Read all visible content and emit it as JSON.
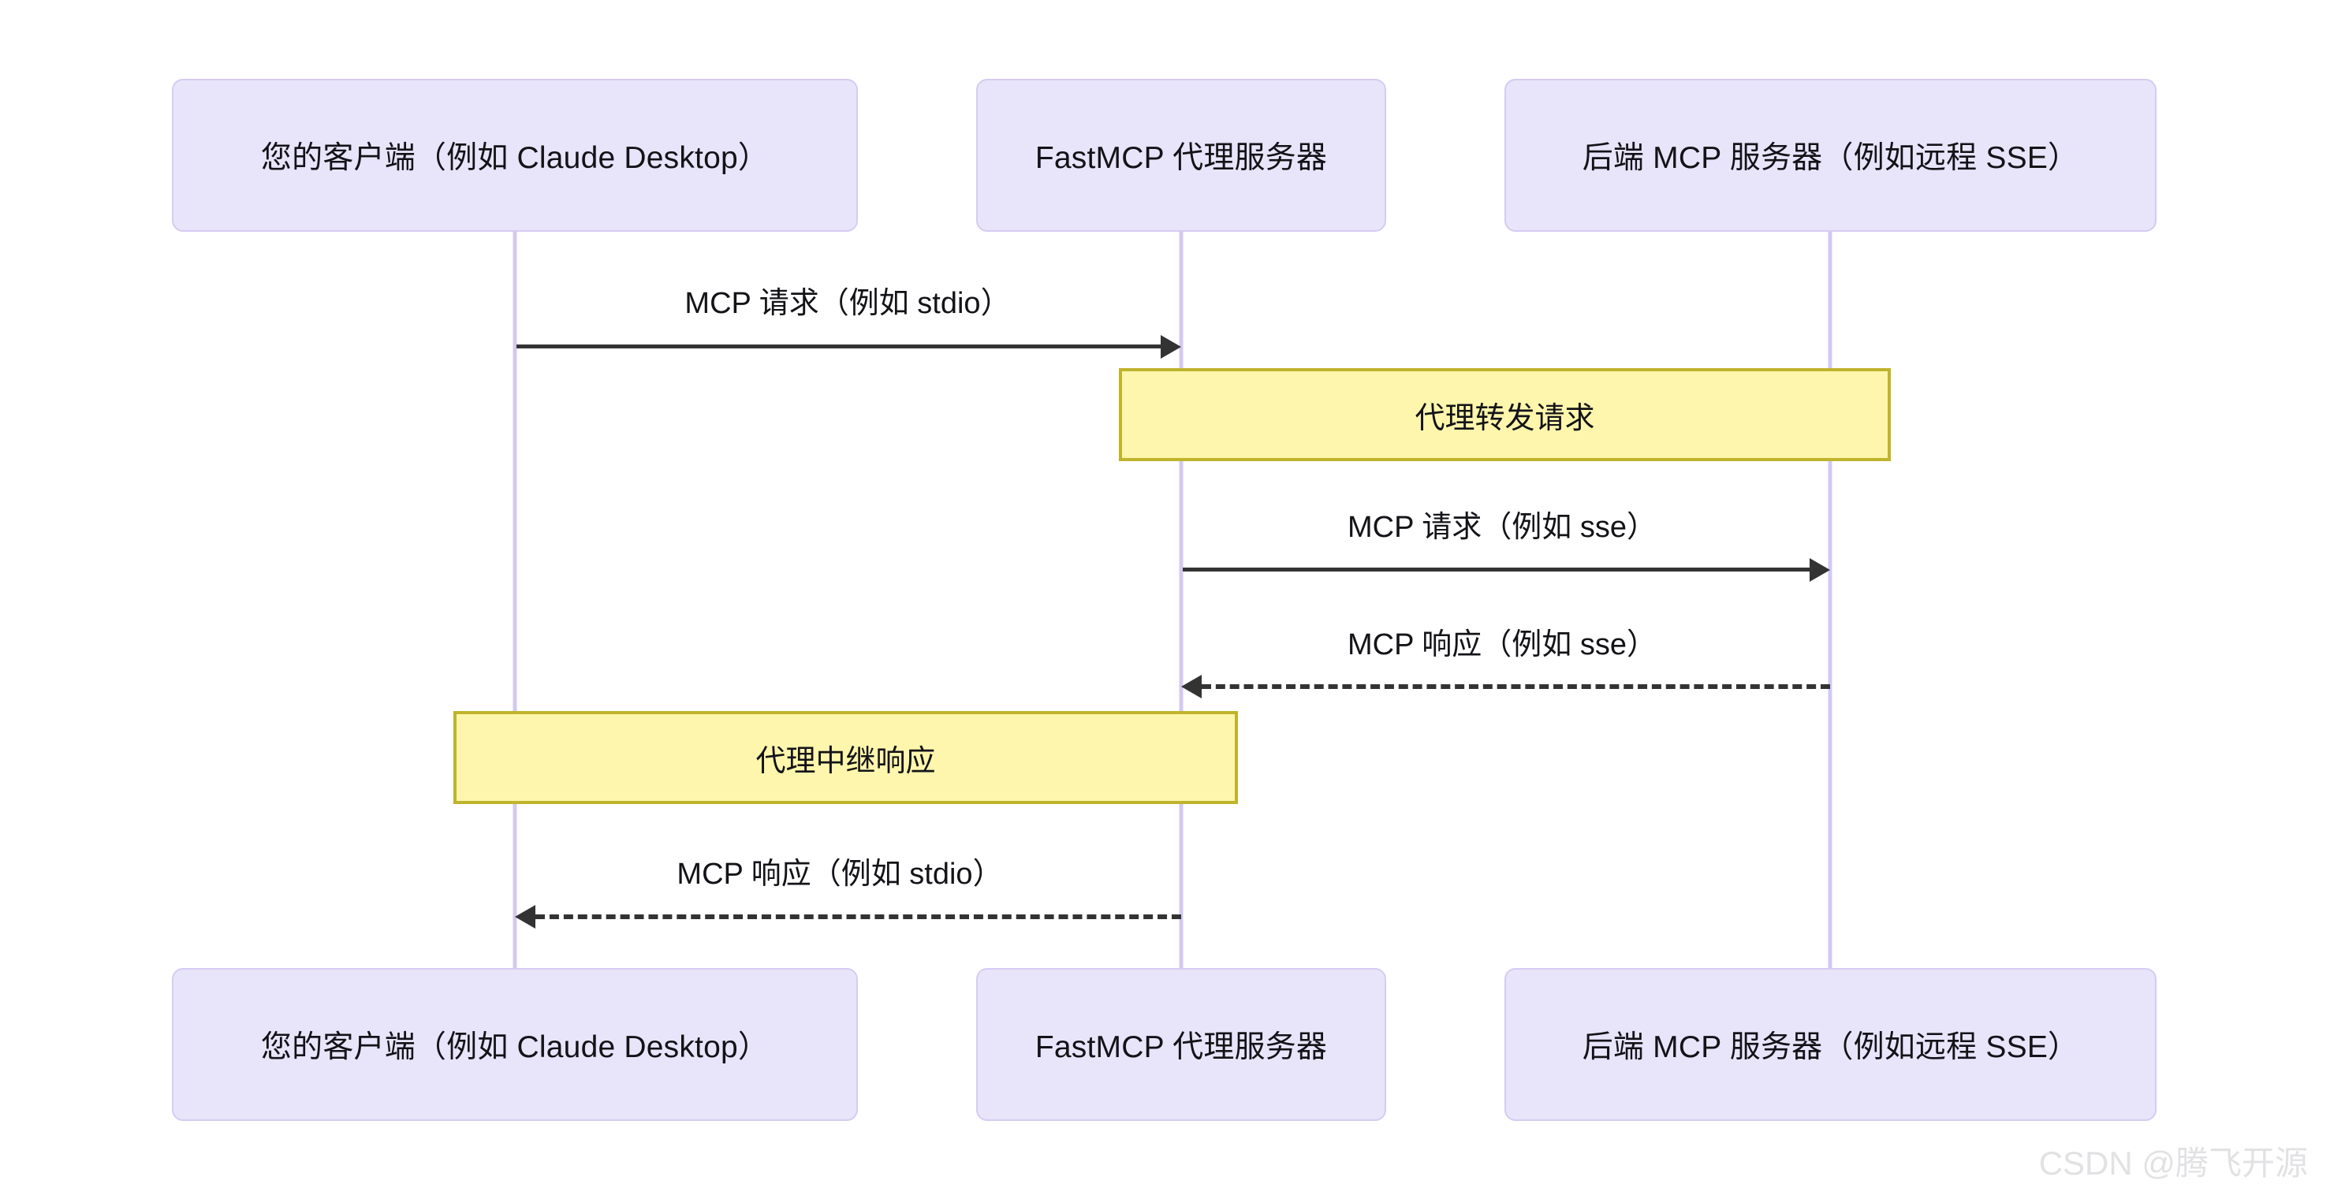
{
  "diagram": {
    "type": "sequence-diagram",
    "background_color": "#ffffff",
    "participant_fill": "#e8e5fa",
    "participant_border": "#d6cbf3",
    "lifeline_color": "#d3c9f3",
    "note_fill": "#fdf6ac",
    "note_border": "#bfb42c",
    "arrow_color": "#333333",
    "participants": [
      {
        "id": "client",
        "label": "您的客户端（例如 Claude Desktop）"
      },
      {
        "id": "proxy",
        "label": "FastMCP 代理服务器"
      },
      {
        "id": "backend",
        "label": "后端 MCP 服务器（例如远程 SSE）"
      }
    ],
    "messages": [
      {
        "from": "client",
        "to": "proxy",
        "label": "MCP 请求（例如 stdio）",
        "style": "solid",
        "direction": "right"
      },
      {
        "from": "proxy",
        "to": "backend",
        "label": "MCP 请求（例如 sse）",
        "style": "solid",
        "direction": "right"
      },
      {
        "from": "backend",
        "to": "proxy",
        "label": "MCP 响应（例如 sse）",
        "style": "dashed",
        "direction": "left"
      },
      {
        "from": "proxy",
        "to": "client",
        "label": "MCP 响应（例如 stdio）",
        "style": "dashed",
        "direction": "left"
      }
    ],
    "notes": [
      {
        "id": "note-forward",
        "label": "代理转发请求",
        "over": [
          "proxy",
          "backend"
        ]
      },
      {
        "id": "note-relay",
        "label": "代理中继响应",
        "over": [
          "client",
          "proxy"
        ]
      }
    ]
  },
  "watermark": {
    "text": "CSDN @腾飞开源"
  }
}
